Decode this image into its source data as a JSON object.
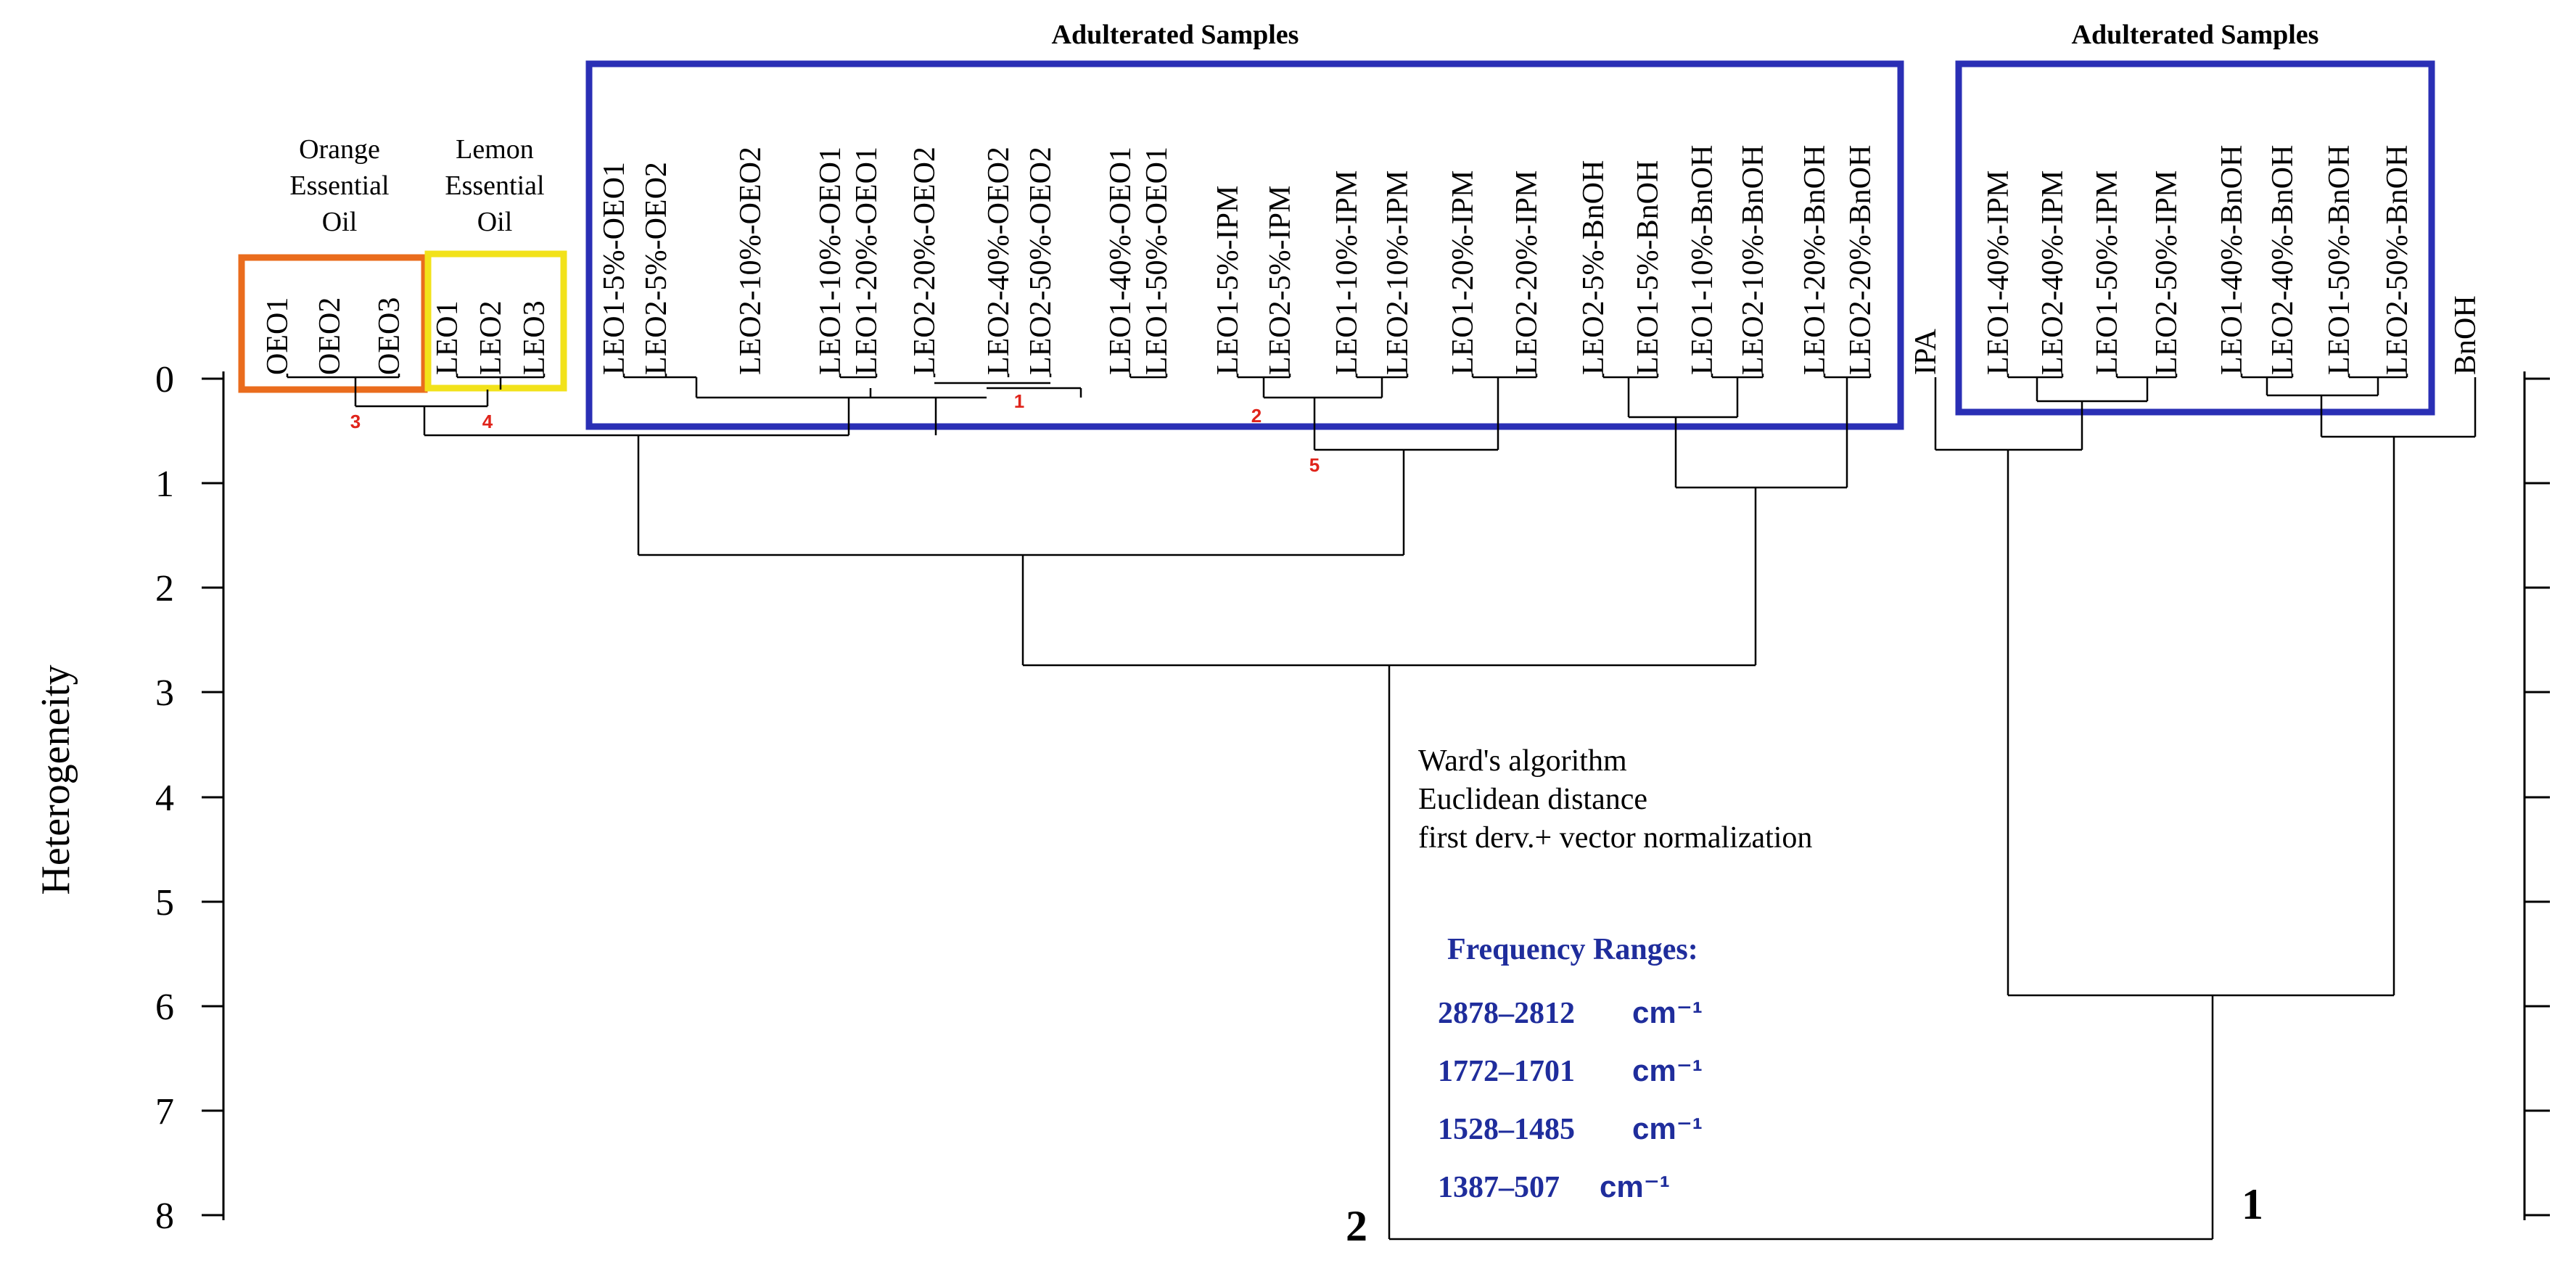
{
  "y_axis": {
    "label": "Heterogeneity",
    "ticks": [
      "0",
      "1",
      "2",
      "3",
      "4",
      "5",
      "6",
      "7",
      "8"
    ]
  },
  "groups": {
    "orange": {
      "label_lines": [
        "Orange",
        "Essential",
        "Oil"
      ],
      "color": "#ea6c1d"
    },
    "lemon": {
      "label_lines": [
        "Lemon",
        "Essential",
        "Oil"
      ],
      "color": "#f2e21a"
    },
    "adulterated_left": {
      "label": "Adulterated Samples",
      "color": "#2a2fb5"
    },
    "adulterated_right": {
      "label": "Adulterated Samples",
      "color": "#2a2fb5"
    }
  },
  "leaves": [
    "OEO1",
    "OEO2",
    "OEO3",
    "LEO1",
    "LEO2",
    "LEO3",
    "LEO1-5%-OEO1",
    "LEO2-5%-OEO2",
    "LEO2-10%-OEO2",
    "LEO1-10%-OEO1",
    "LEO1-20%-OEO1",
    "LEO2-20%-OEO2",
    "LEO2-40%-OEO2",
    "LEO2-50%-OEO2",
    "LEO1-40%-OEO1",
    "LEO1-50%-OEO1",
    "LEO1-5%-IPM",
    "LEO2-5%-IPM",
    "LEO1-10%-IPM",
    "LEO2-10%-IPM",
    "LEO1-20%-IPM",
    "LEO2-20%-IPM",
    "LEO2-5%-BnOH",
    "LEO1-5%-BnOH",
    "LEO1-10%-BnOH",
    "LEO2-10%-BnOH",
    "LEO1-20%-BnOH",
    "LEO2-20%-BnOH",
    "IPA",
    "LEO1-40%-IPM",
    "LEO2-40%-IPM",
    "LEO1-50%-IPM",
    "LEO2-50%-IPM",
    "LEO1-40%-BnOH",
    "LEO2-40%-BnOH",
    "LEO1-50%-BnOH",
    "LEO2-50%-BnOH",
    "BnOH"
  ],
  "node_labels": [
    "1",
    "2",
    "3",
    "4",
    "5"
  ],
  "clusters": [
    "1",
    "2"
  ],
  "method": [
    "Ward's algorithm",
    "Euclidean distance",
    "first derv.+ vector normalization"
  ],
  "frequency": {
    "title": "Frequency Ranges:",
    "ranges": [
      "2878–2812",
      "1772–1701",
      "1528–1485",
      "1387–507"
    ],
    "unit": "cm⁻¹",
    "color": "#1f2d9c"
  }
}
